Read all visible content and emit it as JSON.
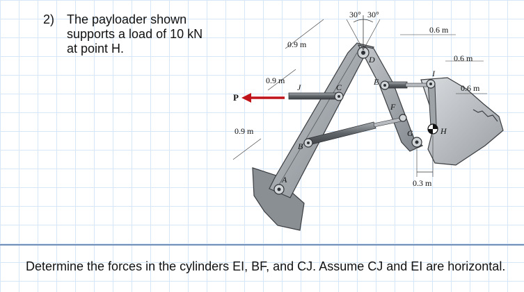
{
  "problem": {
    "number": "2)",
    "text": "The payloader shown supports a load of 10 kN at point H."
  },
  "question": {
    "text": "Determine the forces in the cylinders EI, BF, and CJ.  Assume CJ and EI are horizontal."
  },
  "figure": {
    "angle_left": "30°",
    "angle_right": "30°",
    "dim_top_left": "0.9 m",
    "dim_left_mid": "0.9 m",
    "dim_left_low": "0.9 m",
    "dim_right_top": "0.6 m",
    "dim_right_mid": "0.6 m",
    "dim_right_low": "0.6 m",
    "dim_bottom": "0.3 m",
    "force_label": "P",
    "point_A": "A",
    "point_B": "B",
    "point_C": "C",
    "point_D": "D",
    "point_E": "E",
    "point_F": "F",
    "point_G": "G",
    "point_H": "H",
    "point_I": "I",
    "point_J": "J",
    "colors": {
      "arm": "#9ea3a8",
      "arm_dark": "#6c7177",
      "cylinder": "#7d8288",
      "force_arrow": "#c0141a",
      "grid": "#d6e6f7"
    }
  }
}
